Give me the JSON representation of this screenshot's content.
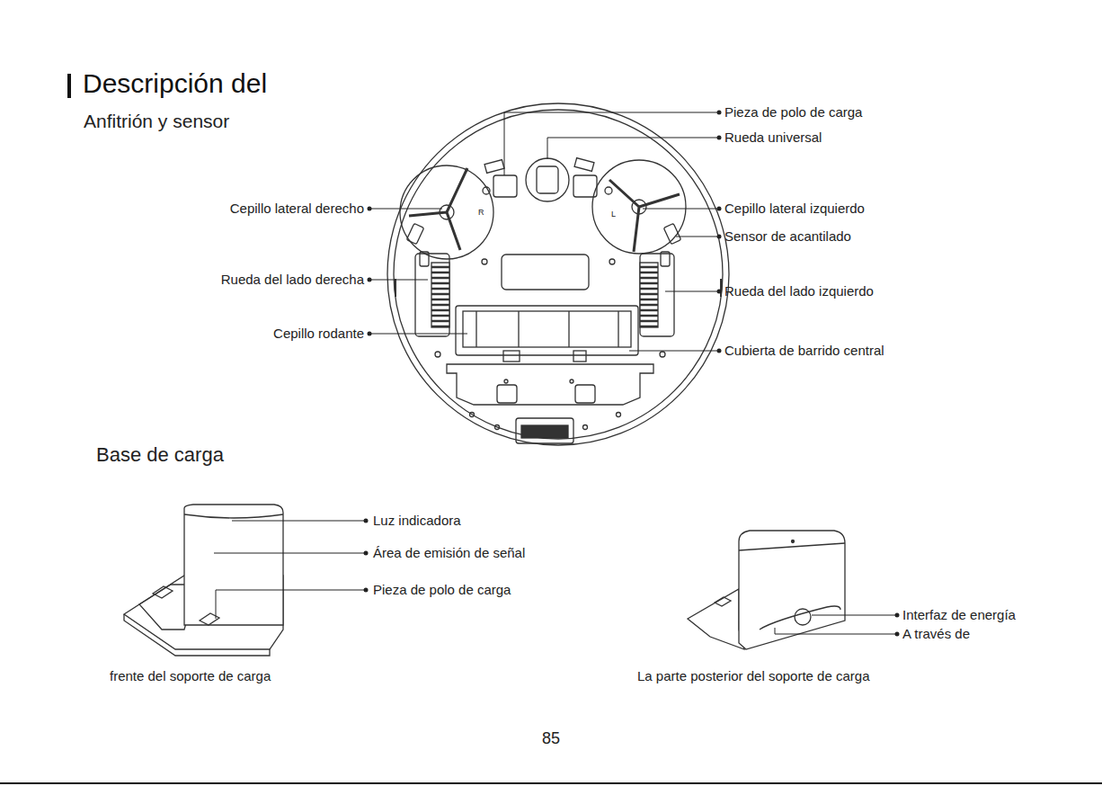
{
  "diagram": {
    "title": "Descripción del",
    "labels": [
      "Anfitrión y sensor",
      "Pieza de polo de carga",
      "Rueda universal",
      "Cepillo lateral derecho",
      "Cepillo lateral izquierdo",
      "Sensor de acantilado",
      "Rueda del lado derecha",
      "Rueda del lado izquierdo",
      "Cepillo rodante",
      "Cubierta de barrido central",
      "R",
      "L",
      "Base de carga",
      "Luz indicadora",
      "Área de emisión de señal",
      "Pieza de polo de carga",
      "Interfaz de energía",
      "A través de",
      "frente del soporte de carga",
      "La parte posterior del soporte de carga",
      "85"
    ]
  }
}
